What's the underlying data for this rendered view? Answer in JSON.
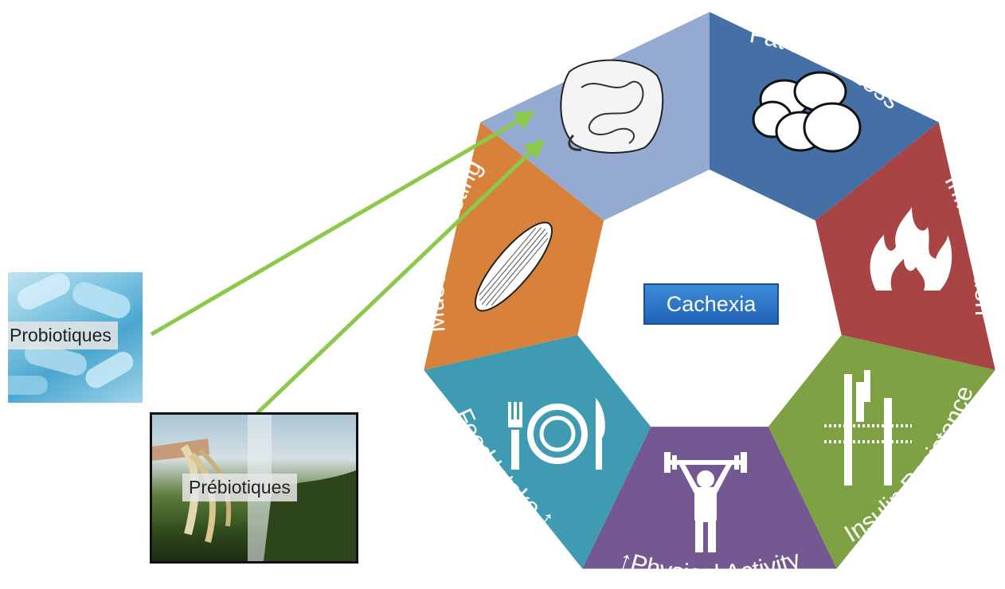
{
  "center_label": "Cachexia",
  "segments": [
    {
      "label": "Gut",
      "color": "#94aad0",
      "icon": "intestine-icon"
    },
    {
      "label": "Fat Mass Loss",
      "color": "#4570a6",
      "icon": "fat-cells-icon"
    },
    {
      "label": "Inflammation",
      "color": "#a84443",
      "icon": "fire-icon"
    },
    {
      "label": "Insulin Resistance",
      "color": "#7ea243",
      "icon": "membrane-receptor-icon"
    },
    {
      "label": "↑Physical Activity",
      "color": "#735892",
      "icon": "weightlifter-icon"
    },
    {
      "label": "Food Intake ↑",
      "color": "#3e9bb1",
      "icon": "plate-cutlery-icon"
    },
    {
      "label": "Muscle Wasting",
      "color": "#d7813a",
      "icon": "muscle-icon"
    }
  ],
  "inputs": [
    {
      "label": "Probiotiques",
      "icon": "bacteria-photo"
    },
    {
      "label": "Prébiotiques",
      "icon": "plant-roots-photo"
    }
  ],
  "arrow_color": "#8cc94a"
}
